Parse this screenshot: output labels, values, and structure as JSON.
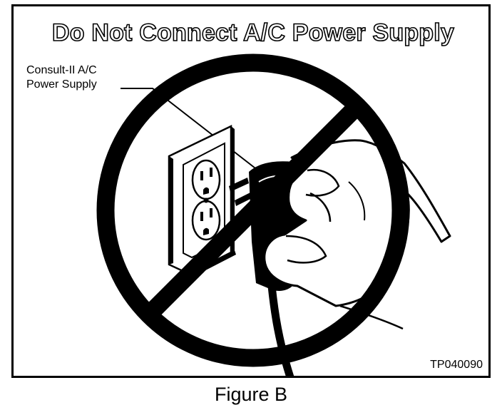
{
  "figure": {
    "title": "Do Not Connect A/C Power Supply",
    "callout_line_1": "Consult-II A/C",
    "callout_line_2": "Power Supply",
    "code": "TP040090",
    "caption": "Figure B"
  },
  "icons": {
    "prohibition": "prohibition-sign-icon",
    "outlet": "wall-outlet-icon",
    "plug": "power-plug-icon",
    "hand": "hand-icon"
  }
}
